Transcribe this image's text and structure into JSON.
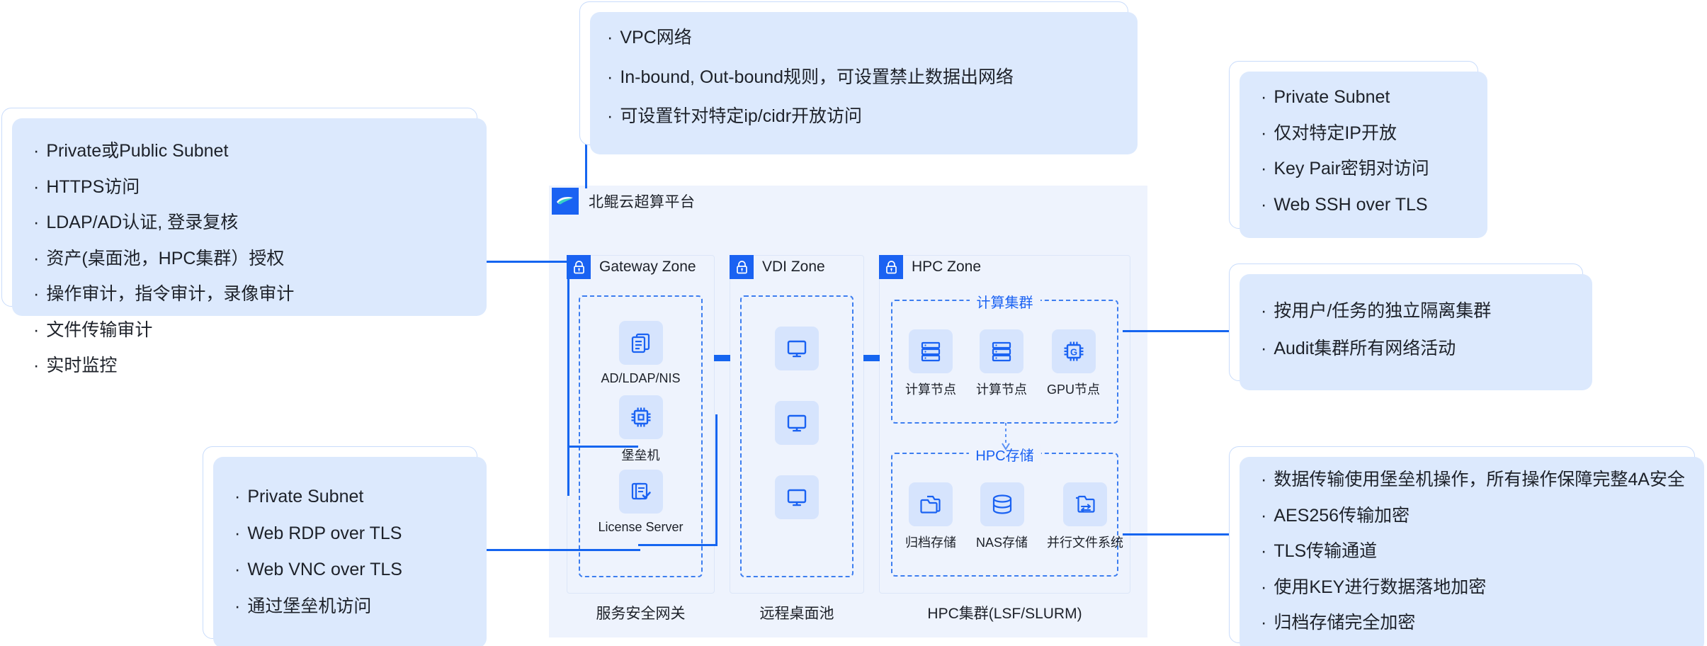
{
  "platform": {
    "title": "北鲲云超算平台",
    "logo_icon": "wave-logo-icon"
  },
  "cards": {
    "access": {
      "name": "access-security-card",
      "items": [
        "Private或Public Subnet",
        "HTTPS访问",
        "LDAP/AD认证, 登录复核",
        "资产(桌面池，HPC集群）授权",
        "操作审计，指令审计，录像审计",
        "文件传输审计",
        "实时监控"
      ]
    },
    "vpc": {
      "name": "vpc-network-card",
      "items": [
        "VPC网络",
        "In-bound, Out-bound规则，可设置禁止数据出网络",
        "可设置针对特定ip/cidr开放访问"
      ]
    },
    "ssh": {
      "name": "ssh-access-card",
      "items": [
        "Private Subnet",
        "仅对特定IP开放",
        "Key Pair密钥对访问",
        "Web SSH over TLS"
      ]
    },
    "cluster": {
      "name": "cluster-isolation-card",
      "items": [
        "按用户/任务的独立隔离集群",
        "Audit集群所有网络活动"
      ]
    },
    "transfer": {
      "name": "data-transfer-card",
      "items": [
        "数据传输使用堡垒机操作，所有操作保障完整4A安全",
        "AES256传输加密",
        "TLS传输通道",
        "使用KEY进行数据落地加密",
        "归档存储完全加密"
      ]
    },
    "vdi": {
      "name": "vdi-access-card",
      "items": [
        "Private Subnet",
        "Web RDP over TLS",
        "Web VNC over  TLS",
        "通过堡垒机访问"
      ]
    }
  },
  "zones": [
    {
      "id": "gateway",
      "title": "Gateway Zone",
      "lock_icon": "lock-icon",
      "caption": "服务安全网关",
      "nodes": [
        {
          "label": "AD/LDAP/NIS",
          "icon": "documents-icon"
        },
        {
          "label": "堡垒机",
          "icon": "chip-icon"
        },
        {
          "label": "License Server",
          "icon": "document-check-icon"
        }
      ]
    },
    {
      "id": "vdi",
      "title": "VDI Zone",
      "lock_icon": "lock-icon",
      "caption": "远程桌面池",
      "nodes": [
        {
          "label": "",
          "icon": "monitor-icon"
        },
        {
          "label": "",
          "icon": "monitor-icon"
        },
        {
          "label": "",
          "icon": "monitor-icon"
        }
      ]
    },
    {
      "id": "hpc",
      "title": "HPC Zone",
      "lock_icon": "lock-icon",
      "caption": "HPC集群(LSF/SLURM)",
      "groups": [
        {
          "title": "计算集群",
          "nodes": [
            {
              "label": "计算节点",
              "icon": "server-icon"
            },
            {
              "label": "计算节点",
              "icon": "server-icon"
            },
            {
              "label": "GPU节点",
              "icon": "gpu-chip-icon"
            }
          ]
        },
        {
          "title": "HPC存储",
          "nodes": [
            {
              "label": "归档存储",
              "icon": "folder-icon"
            },
            {
              "label": "NAS存储",
              "icon": "database-icon"
            },
            {
              "label": "并行文件系统",
              "icon": "folder-sync-icon"
            }
          ]
        }
      ]
    }
  ],
  "colors": {
    "accent": "#1a62f2",
    "line": "#1565f0",
    "panel_bg": "#eef3fd",
    "icon_bg": "#d6e4fd",
    "card_border": "#c9dcfb",
    "card_shadow": "#dce9fd",
    "text": "#1d2129"
  },
  "bullet": "·"
}
